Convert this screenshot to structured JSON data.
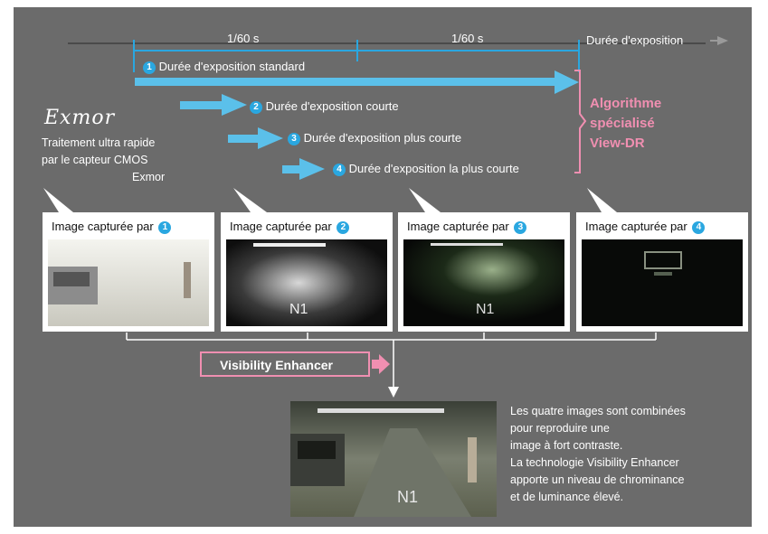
{
  "timeline": {
    "segment1": "1/60 s",
    "segment2": "1/60 s",
    "axis_label": "Durée d'exposition"
  },
  "exposures": [
    {
      "num": "1",
      "label": "Durée d'exposition standard"
    },
    {
      "num": "2",
      "label": "Durée d'exposition courte"
    },
    {
      "num": "3",
      "label": "Durée d'exposition plus courte"
    },
    {
      "num": "4",
      "label": "Durée d'exposition la plus courte"
    }
  ],
  "exmor": {
    "logo": "Exmor",
    "line1": "Traitement ultra rapide",
    "line2": "par le capteur CMOS",
    "line3": "Exmor"
  },
  "algorithm": {
    "line1": "Algorithme",
    "line2": "spécialisé",
    "line3": "View-DR"
  },
  "captures": [
    {
      "label": "Image capturée par",
      "num": "1"
    },
    {
      "label": "Image capturée par",
      "num": "2"
    },
    {
      "label": "Image capturée par",
      "num": "3"
    },
    {
      "label": "Image capturée par",
      "num": "4"
    }
  ],
  "enhancer": {
    "label": "Visibility Enhancer"
  },
  "description": [
    "Les quatre images sont combinées",
    "pour reproduire une",
    "image à fort contraste.",
    "La technologie Visibility Enhancer",
    "apporte un niveau de chrominance",
    "et de luminance élevé."
  ],
  "colors": {
    "panel": "#6b6b6b",
    "blue": "#5bc0ea",
    "line_blue": "#2aa7e0",
    "pink": "#f08fb1"
  }
}
